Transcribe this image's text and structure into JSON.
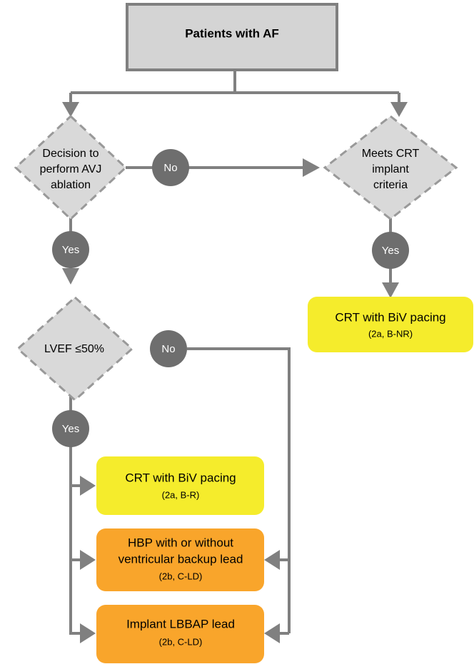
{
  "diagram": {
    "title_node": {
      "label": "Patients with AF",
      "shape": "rectangle",
      "fill": "#d4d4d4",
      "stroke": "#808080"
    },
    "decisions": [
      {
        "id": "avj",
        "line1": "Decision to",
        "line2": "perform AVJ",
        "line3": "ablation",
        "shape": "diamond",
        "fill": "#d9d9d9",
        "stroke": "#999999"
      },
      {
        "id": "crt-criteria",
        "line1": "Meets CRT",
        "line2": "implant",
        "line3": "criteria",
        "shape": "diamond",
        "fill": "#d9d9d9",
        "stroke": "#999999"
      },
      {
        "id": "lvef",
        "line1": "LVEF ≤50%",
        "line2": "",
        "line3": "",
        "shape": "diamond",
        "fill": "#d9d9d9",
        "stroke": "#999999"
      }
    ],
    "badges": [
      {
        "id": "no-avj",
        "label": "No"
      },
      {
        "id": "yes-avj",
        "label": "Yes"
      },
      {
        "id": "yes-crt",
        "label": "Yes"
      },
      {
        "id": "no-lvef",
        "label": "No"
      },
      {
        "id": "yes-lvef",
        "label": "Yes"
      }
    ],
    "outcomes": [
      {
        "id": "crt-biv-bnr",
        "main": "CRT with BiV pacing",
        "sub": "(2a, B-NR)",
        "fill": "#f5ec2c",
        "color_name": "yellow"
      },
      {
        "id": "crt-biv-br",
        "main": "CRT with BiV pacing",
        "sub": "(2a, B-R)",
        "fill": "#f5ec2c",
        "color_name": "yellow"
      },
      {
        "id": "hbp-backup",
        "main_line1": "HBP with or without",
        "main_line2": "ventricular backup lead",
        "sub": "(2b, C-LD)",
        "fill": "#f9a52b",
        "color_name": "orange"
      },
      {
        "id": "lbbap",
        "main": "Implant LBBAP lead",
        "sub": "(2b, C-LD)",
        "fill": "#f9a52b",
        "color_name": "orange"
      }
    ],
    "colors": {
      "connector": "#808080",
      "badge": "#6e6e6e",
      "diamond_fill": "#d9d9d9",
      "diamond_stroke": "#999999",
      "header_fill": "#d4d4d4",
      "header_stroke": "#808080",
      "yellow": "#f5ec2c",
      "orange": "#f9a52b",
      "background": "#ffffff",
      "text": "#000000"
    }
  }
}
